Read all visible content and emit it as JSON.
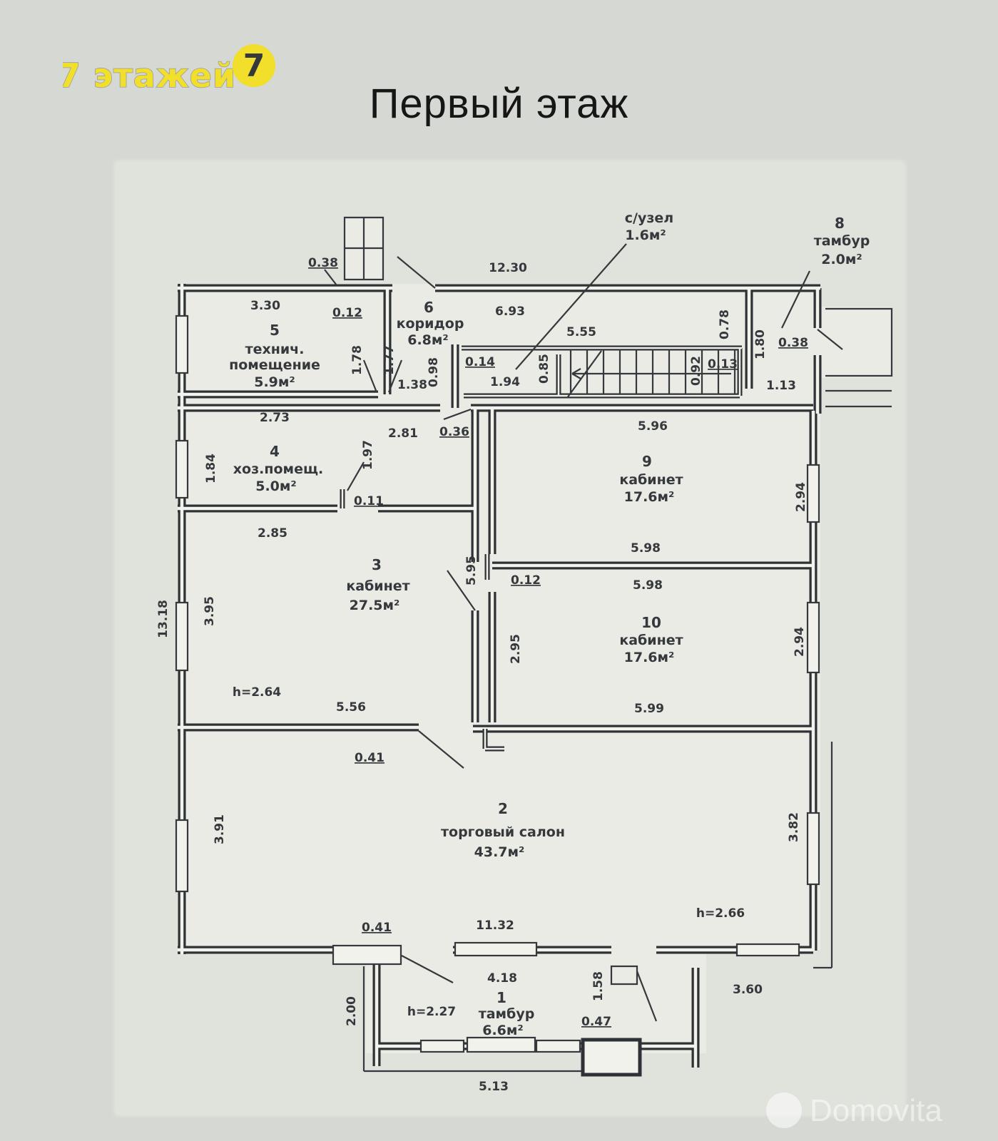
{
  "brand": {
    "logo_text": "7 этажей",
    "badge": "7"
  },
  "title": "Первый этаж",
  "watermark": "Domovita",
  "rooms": [
    {
      "number": "1",
      "name": "тамбур",
      "area": "6.6м²"
    },
    {
      "number": "2",
      "name": "торговый салон",
      "area": "43.7м²"
    },
    {
      "number": "3",
      "name": "кабинет",
      "area": "27.5м²"
    },
    {
      "number": "4",
      "name": "хоз.помещ.",
      "area": "5.0м²"
    },
    {
      "number": "5",
      "name_line1": "технич.",
      "name_line2": "помещение",
      "area": "5.9м²"
    },
    {
      "number": "6",
      "name": "коридор",
      "area": "6.8м²"
    },
    {
      "number": "8",
      "name": "тамбур",
      "area": "2.0м²"
    },
    {
      "number": "9",
      "name": "кабинет",
      "area": "17.6м²"
    },
    {
      "number": "10",
      "name": "кабинет",
      "area": "17.6м²"
    }
  ],
  "wc": {
    "name": "с/узел",
    "area": "1.6м²"
  },
  "dims": [
    "0.38",
    "12.30",
    "3.30",
    "0.12",
    "6.93",
    "5.55",
    "0.78",
    "1.80",
    "0.38",
    "1.13",
    "1.78",
    "1.77",
    "0.98",
    "1.38",
    "0.14",
    "1.94",
    "0.85",
    "0.92",
    "0.13",
    "2.73",
    "2.81",
    "0.36",
    "5.96",
    "1.84",
    "1.97",
    "0.11",
    "2.85",
    "2.94",
    "5.98",
    "0.12",
    "5.98",
    "5.95",
    "2.95",
    "2.94",
    "13.18",
    "3.95",
    "h=2.64",
    "5.56",
    "5.99",
    "0.41",
    "3.91",
    "3.82",
    "h=2.66",
    "0.41",
    "11.32",
    "4.18",
    "2.00",
    "h=2.27",
    "1.58",
    "3.60",
    "0.47",
    "5.13"
  ],
  "colors": {
    "accent_yellow": "#f2df2b",
    "line": "#2e3135",
    "paper": "#e9ebe4",
    "bg": "#d6d9d3"
  }
}
